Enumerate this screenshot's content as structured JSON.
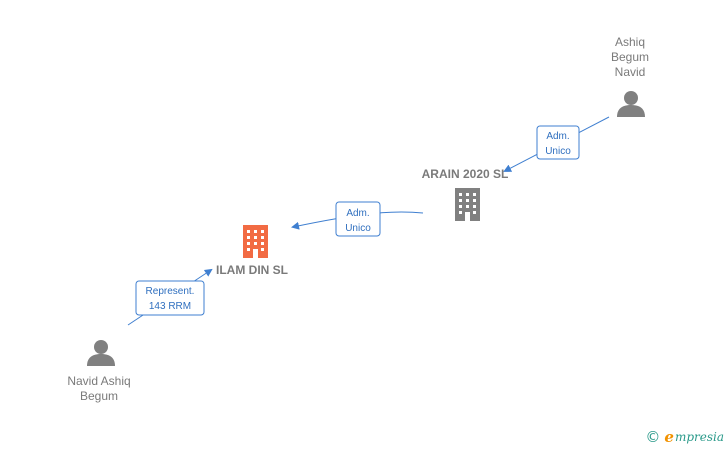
{
  "colors": {
    "main_company": "#f26b43",
    "company": "#808080",
    "person": "#808080",
    "edge": "#3f7fd0"
  },
  "nodes": {
    "person_top": {
      "icon": "person-icon",
      "lines": [
        "Ashiq",
        "Begum",
        "Navid"
      ]
    },
    "arain": {
      "icon": "building-icon",
      "label": "ARAIN 2020  SL"
    },
    "ilam": {
      "icon": "building-icon",
      "label": "ILAM DIN  SL"
    },
    "person_bottom": {
      "icon": "person-icon",
      "lines": [
        "Navid Ashiq",
        "Begum"
      ]
    }
  },
  "edges": {
    "top_to_arain": {
      "lines": [
        "Adm.",
        "Unico"
      ]
    },
    "arain_to_ilam": {
      "lines": [
        "Adm.",
        "Unico"
      ]
    },
    "bottom_to_ilam": {
      "lines": [
        "Represent.",
        "143 RRM"
      ]
    }
  },
  "brand": {
    "copyright": "©",
    "e_letter": "e",
    "name": "mpresia"
  }
}
